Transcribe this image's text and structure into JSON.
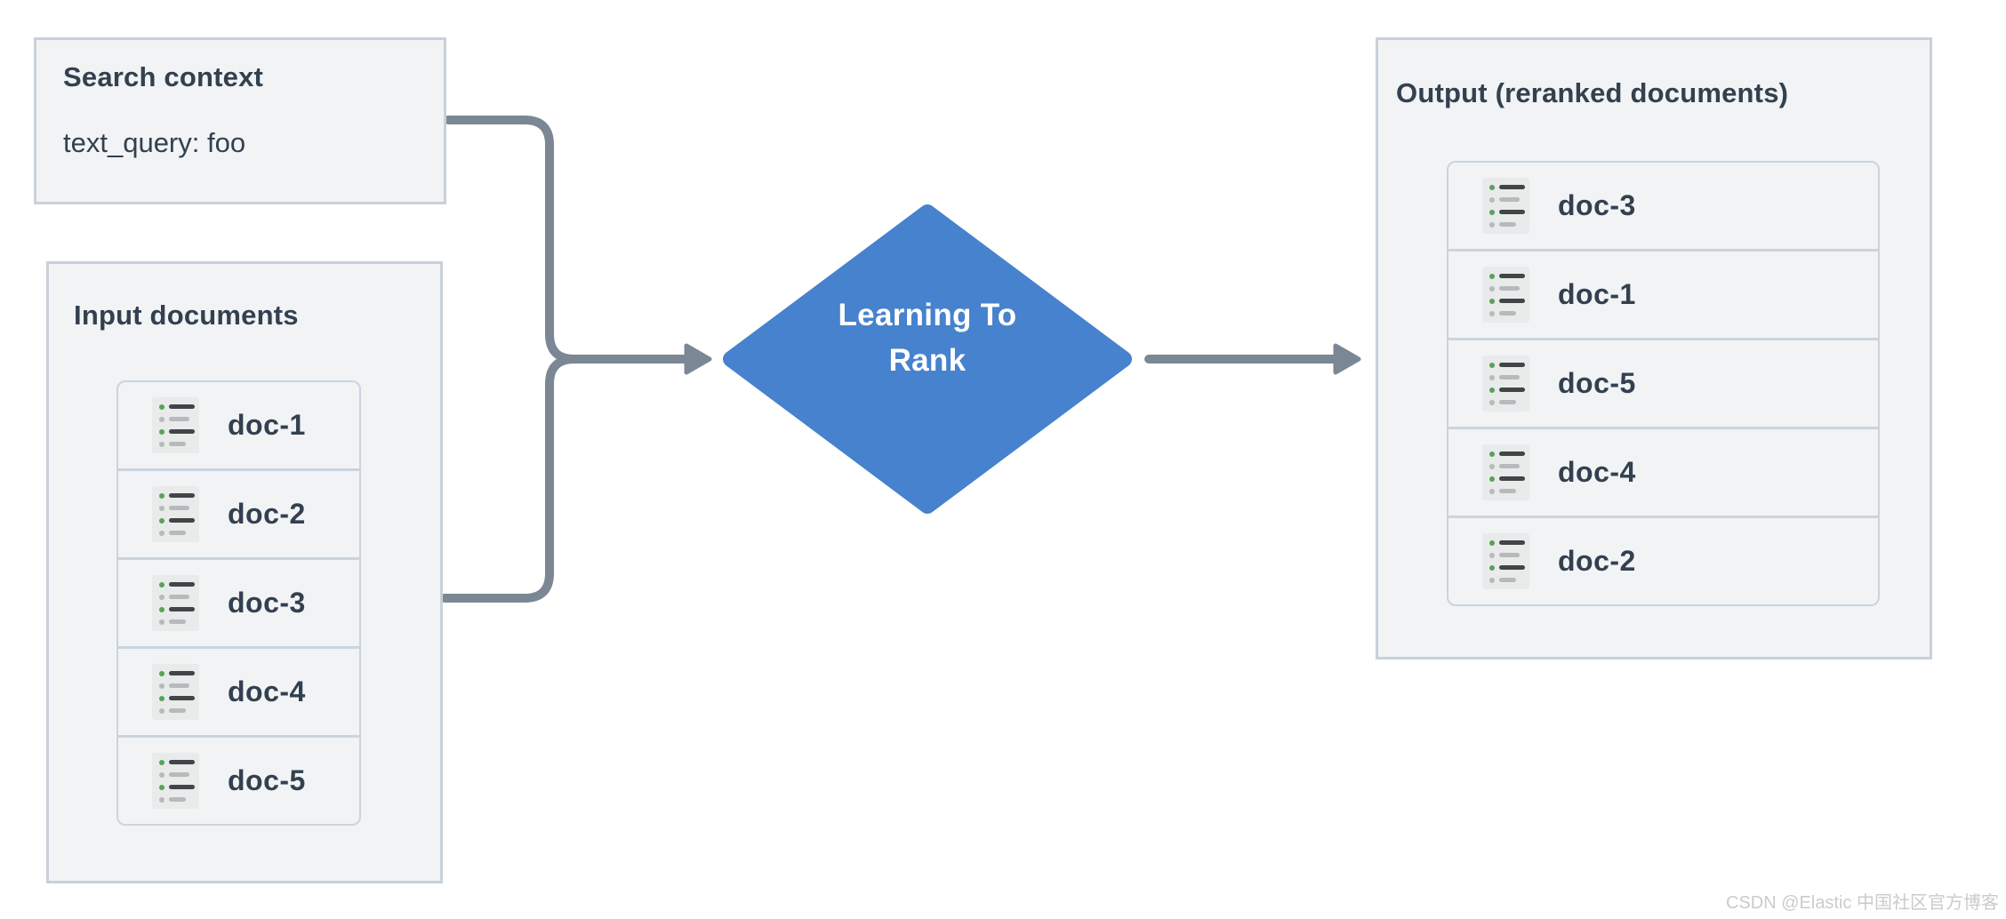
{
  "colors": {
    "page_bg": "#ffffff",
    "panel_bg": "#f1f3f5",
    "panel_border": "#c8d1da",
    "list_border": "#c9d4de",
    "text": "#33404f",
    "connector": "#7b8794",
    "node_fill": "#4682cd",
    "node_text": "#ffffff",
    "icon_bg": "#e9eaea",
    "icon_green": "#57a356",
    "icon_gray": "#b6babc",
    "icon_dark": "#414548",
    "watermark": "#cbcbcb"
  },
  "search_context": {
    "title": "Search context",
    "query": "text_query: foo"
  },
  "input_documents": {
    "title": "Input documents",
    "docs": [
      "doc-1",
      "doc-2",
      "doc-3",
      "doc-4",
      "doc-5"
    ]
  },
  "ltr_node": {
    "lines": [
      "Learning To",
      "Rank"
    ]
  },
  "output_documents": {
    "title": "Output (reranked documents)",
    "docs": [
      "doc-3",
      "doc-1",
      "doc-5",
      "doc-4",
      "doc-2"
    ]
  },
  "watermark": "CSDN @Elastic 中国社区官方博客"
}
